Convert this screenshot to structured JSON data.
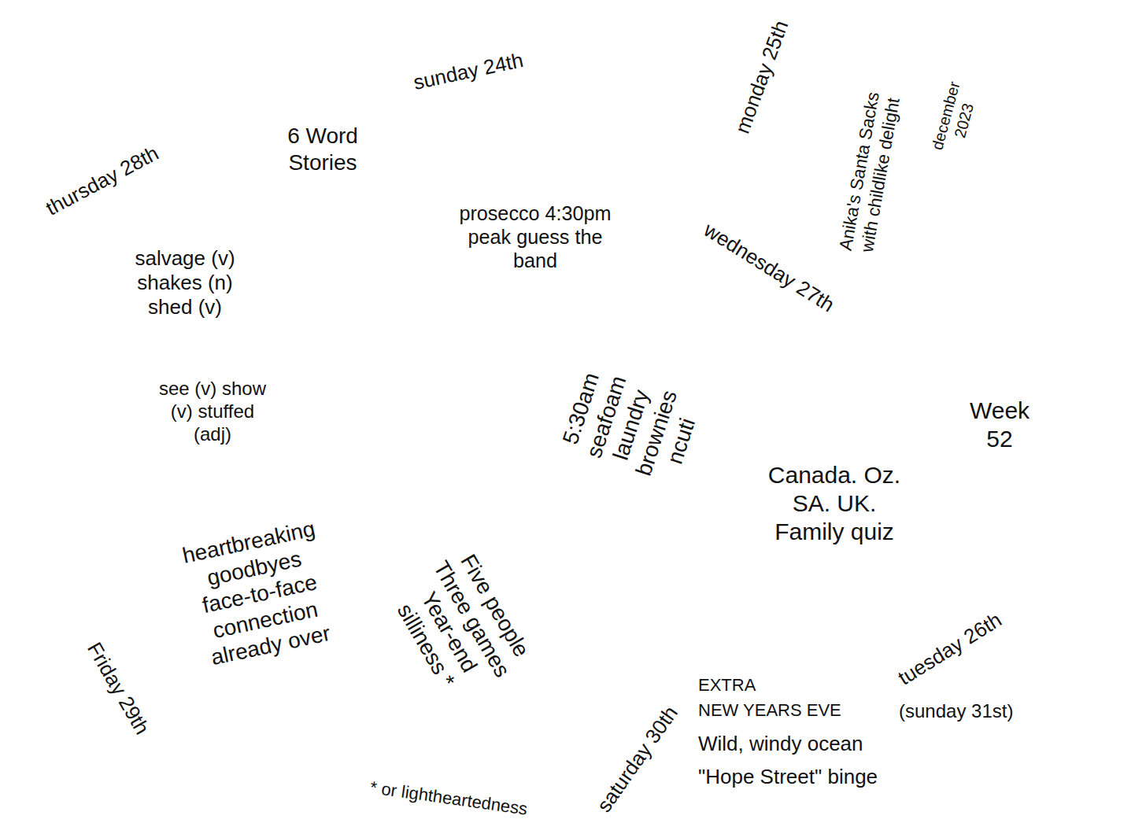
{
  "diagram": {
    "nodes": [
      {
        "text": [
          "6 Word Stories"
        ]
      },
      {
        "text": [
          "sunday 24th"
        ]
      },
      {
        "text": [
          "prosecco 4:30pm peak guess the band"
        ],
        "in": 1
      },
      {
        "text": [
          "monday 25th",
          "Anika's Santa Sacks with childlike delight"
        ]
      },
      {
        "text": [
          "december 2023"
        ]
      },
      {
        "text": [
          "Week 52"
        ]
      },
      {
        "text": [
          "Canada. Oz. SA. UK. Family quiz",
          "tuesday 26th"
        ]
      },
      {
        "text": [
          "wednesday 27th",
          "5:30am seafoam laundry brownies ncuti"
        ]
      },
      {
        "text": [
          "thursday 28th",
          "see (v) show (v) stuffed (adj)"
        ]
      },
      {
        "text": [
          "salvage (v) shakes (n) shed (v)"
        ],
        "in": 8
      },
      {
        "text": [
          "heartbreaking goodbyes face-to-face connection already over",
          "Friday 29th"
        ]
      },
      {
        "text": [
          "Five people Three games Year-end silliness *",
          "* or lightheartedness",
          "saturday 30th"
        ]
      }
    ],
    "edges": [
      {
        "from": 1,
        "to": 3,
        "arrow": "to"
      },
      {
        "from": 3,
        "to": 5,
        "arrow": "to"
      },
      {
        "from": 7,
        "to": 8,
        "arrow": "to"
      }
    ],
    "labels": [
      "EXTRA",
      "NEW YEARS EVE",
      "(sunday 31st)",
      "Wild, windy ocean",
      "\"Hope Street\" binge"
    ]
  }
}
